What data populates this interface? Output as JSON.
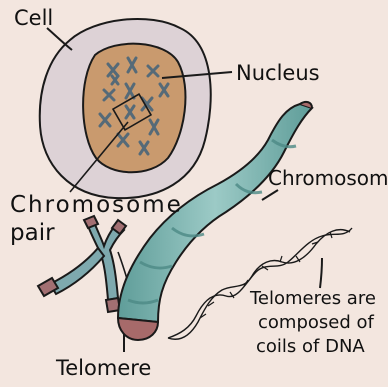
{
  "labels": {
    "cell": "Cell",
    "nucleus": "Nucleus",
    "chromosome": "Chromosome",
    "chromosome_pair_line1": "Chromosome",
    "chromosome_pair_line2": "pair",
    "telomere": "Telomere",
    "telomeres_desc_line1": "Telomeres are",
    "telomeres_desc_line2": "composed of",
    "telomeres_desc_line3": "coils of DNA"
  },
  "colors": {
    "background": "#f3e6df",
    "cell_fill": "#ddd2d6",
    "nucleus_fill": "#c99a6e",
    "chromosome_teal": "#6fa8a4",
    "chromosome_light": "#a9cfcb",
    "telomere_cap": "#a76a6a",
    "ink": "#1a1a1a"
  }
}
